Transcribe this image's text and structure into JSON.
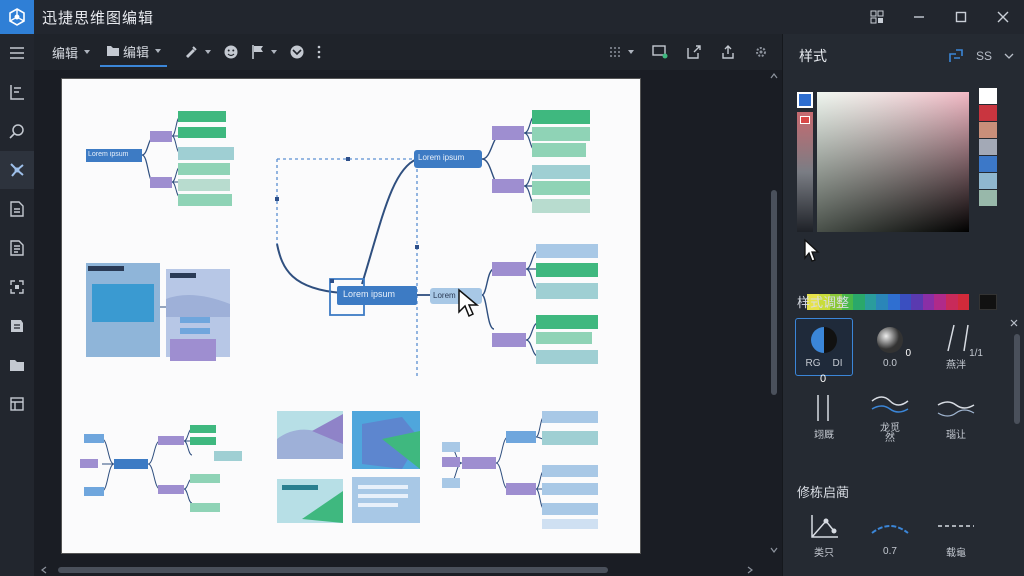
{
  "app": {
    "title": "迅捷思维图编辑",
    "accent_color": "#2f7fd6"
  },
  "toolbar": {
    "menu_edit_1": "编辑",
    "menu_edit_2": "编辑"
  },
  "panel": {
    "title": "样式",
    "header_badge": "SS",
    "section_style_adjust": "样式调整",
    "section_line_style": "修栋启蔺",
    "style_items": [
      {
        "label": "RG",
        "sub": "DI",
        "corner": "0"
      },
      {
        "label": "0.0",
        "corner": "0"
      },
      {
        "label": "燕泮",
        "corner": "1/1"
      },
      {
        "label": "翊厩"
      },
      {
        "label": "龙觅",
        "sub": "然"
      },
      {
        "label": "瑙让"
      }
    ],
    "line_items": [
      {
        "label": "类只"
      },
      {
        "label": "0.7"
      },
      {
        "label": "载龜"
      }
    ],
    "selected_color": "#2f6fd1",
    "recent_colors": [
      "#ffffff",
      "#c9353f",
      "#c98f7a",
      "#a3a9b6",
      "#3c78c8",
      "#8fb7cf",
      "#98b8aa"
    ],
    "hue_colors": [
      "#e6e24a",
      "#c8dc3a",
      "#8cc83a",
      "#49b84a",
      "#2aa86a",
      "#2a9c9c",
      "#2a86b8",
      "#2f6fd1",
      "#3a4fc0",
      "#5a3ab0",
      "#8a2fa6",
      "#b02a8a",
      "#c82a5a",
      "#d22a3a"
    ]
  },
  "mindmap": {
    "center_label": "Lorem ipsum ",
    "right_top_label": "Lorem ipsum",
    "right_mid_label": "Lorem",
    "left_top_label": "Lorem ipsum"
  }
}
